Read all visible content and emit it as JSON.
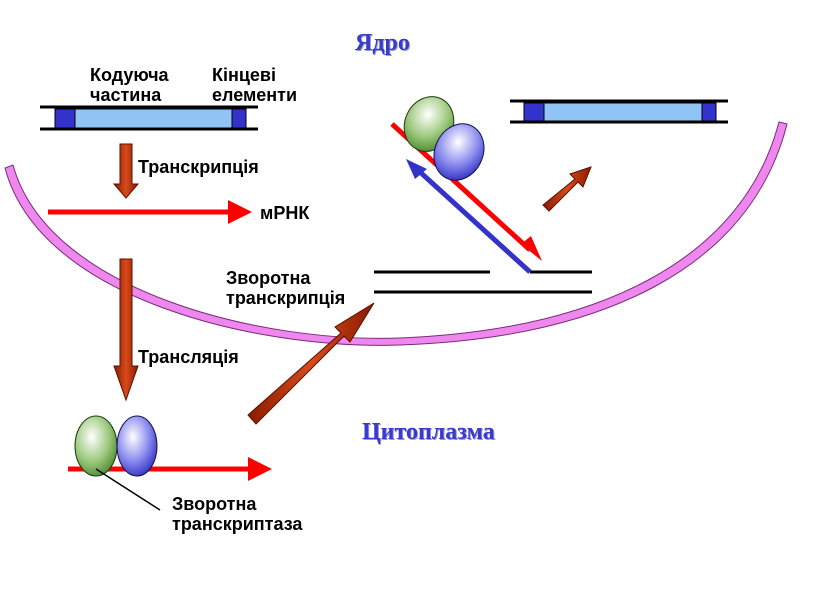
{
  "titles": {
    "nucleus": "Ядро",
    "cytoplasm": "Цитоплазма"
  },
  "labels": {
    "coding_line1": "Кодуюча",
    "coding_line2": "частина",
    "terminal_line1": "Кінцеві",
    "terminal_line2": "елементи",
    "transcription": "Транскрипція",
    "mrna": "мРНК",
    "translation": "Трансляція",
    "reverse_transcription_line1": "Зворотна",
    "reverse_transcription_line2": "транскрипція",
    "reverse_transcriptase_line1": "Зворотна",
    "reverse_transcriptase_line2": "транскриптаза"
  },
  "colors": {
    "title": "#3a3acc",
    "membrane": "#ee88ee",
    "dna_fill": "#8fc4f4",
    "dna_end": "#3333cc",
    "mrna": "#ff0000",
    "process_arrow": "#c0300a",
    "reverse_arrow": "#3333cc",
    "subunit_green": "#5a9a3a",
    "subunit_blue": "#3333cc"
  }
}
